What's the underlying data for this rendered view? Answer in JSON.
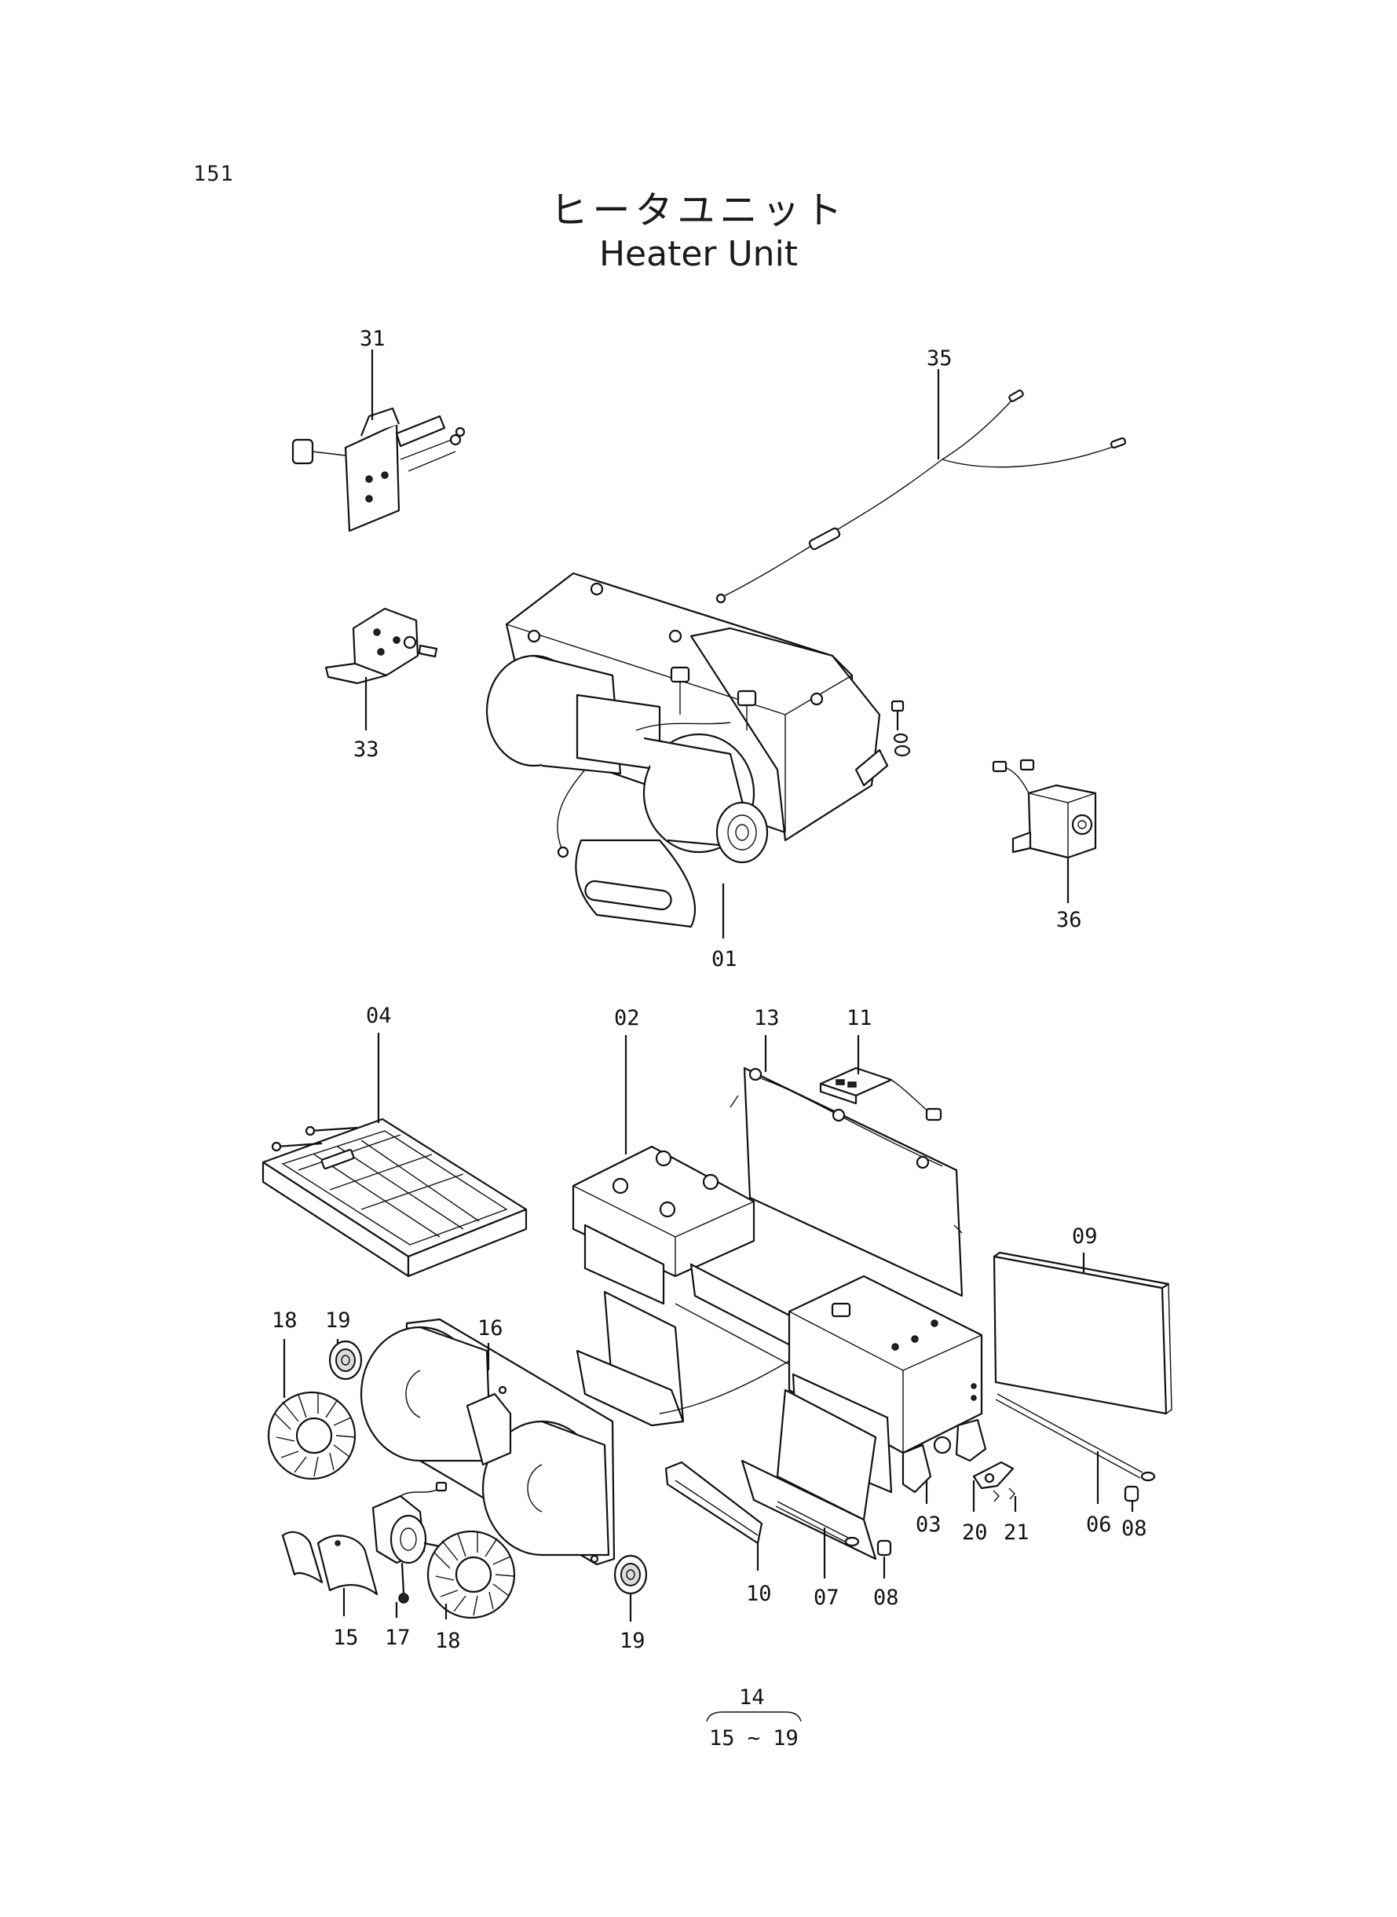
{
  "page_number": "151",
  "title_ja": "ヒータユニット",
  "title_en": "Heater Unit",
  "callouts": {
    "c31": "31",
    "c35": "35",
    "c33": "33",
    "c01": "01",
    "c36": "36",
    "c04": "04",
    "c02": "02",
    "c13": "13",
    "c11": "11",
    "c09": "09",
    "c18a": "18",
    "c19a": "19",
    "c16": "16",
    "c03": "03",
    "c20": "20",
    "c21": "21",
    "c06": "06",
    "c08a": "08",
    "c10": "10",
    "c07": "07",
    "c08b": "08",
    "c15": "15",
    "c17": "17",
    "c18b": "18",
    "c19b": "19"
  },
  "assembly_note": {
    "parent": "14",
    "range": "15 ~ 19"
  }
}
